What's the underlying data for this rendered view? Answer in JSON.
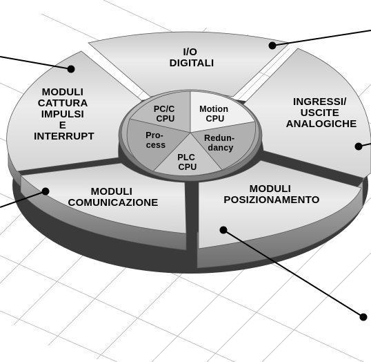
{
  "outer_segments": [
    {
      "id": "io-digitali",
      "lines": [
        "I/O",
        "DIGITALI"
      ]
    },
    {
      "id": "ingressi-uscite-analogiche",
      "lines": [
        "INGRESSI/",
        "USCITE",
        "ANALOGICHE"
      ]
    },
    {
      "id": "moduli-posizionamento",
      "lines": [
        "MODULI",
        "POSIZIONAMENTO"
      ]
    },
    {
      "id": "moduli-comunicazione",
      "lines": [
        "MODULI",
        "COMUNICAZIONE"
      ]
    },
    {
      "id": "moduli-cattura-impulsi",
      "lines": [
        "MODULI",
        "CATTURA",
        "IMPULSI",
        "E",
        "INTERRUPT"
      ]
    }
  ],
  "inner_segments": [
    {
      "id": "pc-c-cpu",
      "lines": [
        "PC/C",
        "CPU"
      ]
    },
    {
      "id": "motion-cpu",
      "lines": [
        "Motion",
        "CPU"
      ]
    },
    {
      "id": "redundancy",
      "lines": [
        "Redun-",
        "dancy"
      ]
    },
    {
      "id": "plc-cpu",
      "lines": [
        "PLC",
        "CPU"
      ]
    },
    {
      "id": "process",
      "lines": [
        "Pro-",
        "cess"
      ]
    }
  ],
  "colors": {
    "segment_top": "#e0e0e0",
    "segment_side": "#8f8f8f",
    "base_shadow": "#3a3a3a",
    "inner_light": "#f0f0f0",
    "inner_mid": "#c4c4c4",
    "inner_dark": "#a8a8a8",
    "grid": "#b4b4b4",
    "callout": "#000000"
  }
}
